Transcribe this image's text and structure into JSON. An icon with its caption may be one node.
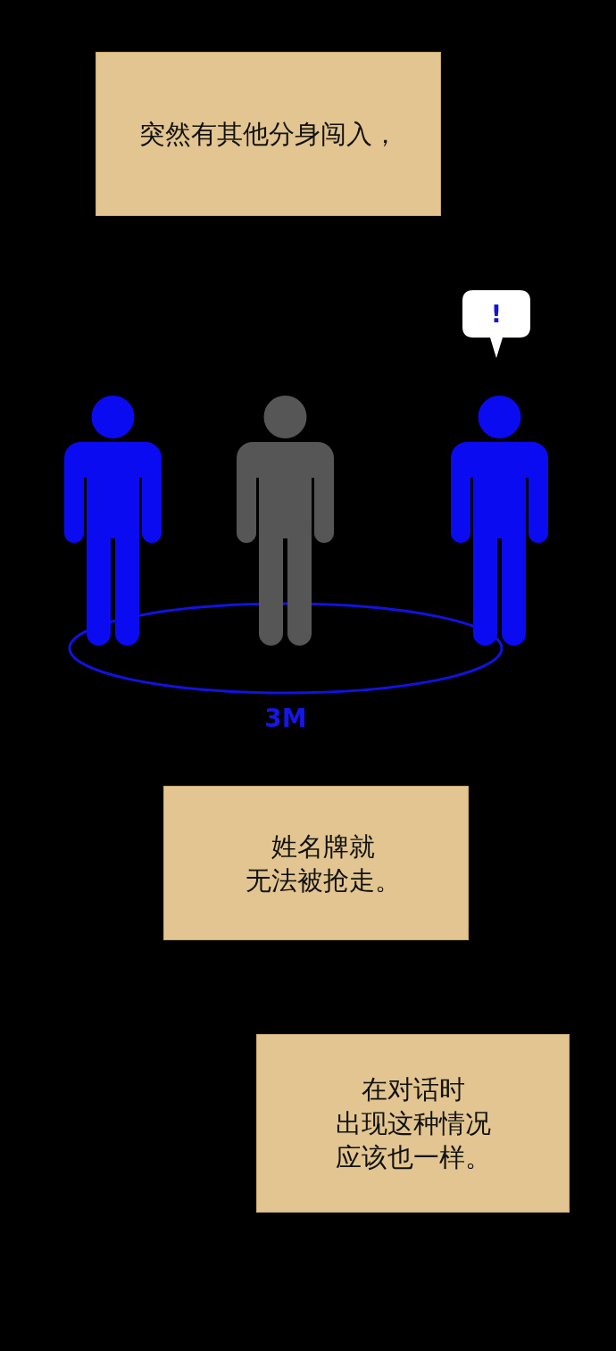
{
  "diagram": {
    "nodes": [
      {
        "text": [
          "突然有其他分身闯入，"
        ]
      },
      {
        "text": [
          "!"
        ]
      },
      {
        "text": [],
        "shape": "person"
      },
      {
        "text": [],
        "shape": "person"
      },
      {
        "text": [],
        "shape": "person"
      },
      {
        "text": [],
        "shape": "circle"
      },
      {
        "text": [
          "姓名牌就无法被抢走。"
        ]
      },
      {
        "text": [
          "在对话时出现这种情况应该也一样。"
        ]
      }
    ],
    "labels": [
      "3M"
    ]
  }
}
